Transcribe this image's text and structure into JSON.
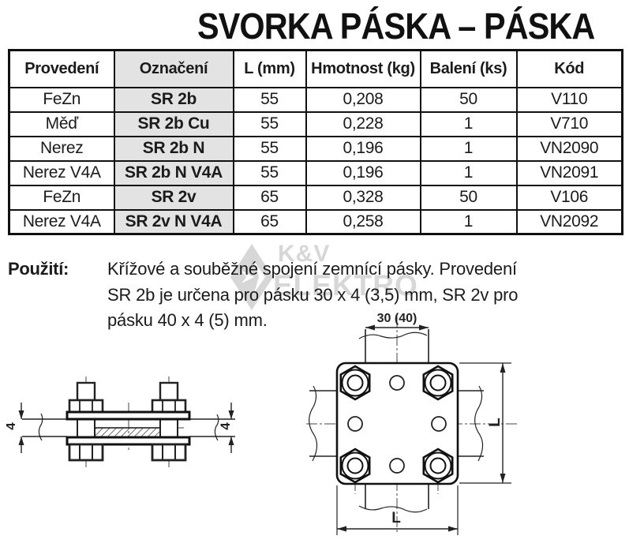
{
  "title": "SVORKA PÁSKA – PÁSKA",
  "table": {
    "headers": [
      "Provedení",
      "Označení",
      "L (mm)",
      "Hmotnost (kg)",
      "Balení (ks)",
      "Kód"
    ],
    "rows": [
      [
        "FeZn",
        "SR 2b",
        "55",
        "0,208",
        "50",
        "V110"
      ],
      [
        "Měď",
        "SR 2b Cu",
        "55",
        "0,228",
        "1",
        "V710"
      ],
      [
        "Nerez",
        "SR 2b N",
        "55",
        "0,196",
        "1",
        "VN2090"
      ],
      [
        "Nerez V4A",
        "SR 2b N V4A",
        "55",
        "0,196",
        "1",
        "VN2091"
      ],
      [
        "FeZn",
        "SR 2v",
        "65",
        "0,328",
        "50",
        "V106"
      ],
      [
        "Nerez V4A",
        "SR 2v N V4A",
        "65",
        "0,258",
        "1",
        "VN2092"
      ]
    ]
  },
  "usage": {
    "label": "Použití:",
    "lines": [
      "Křížové a souběžné spojení zemnící pásky. Provedení",
      "SR 2b je určena pro pásku 30 x 4 (3,5) mm, SR 2v pro",
      "pásku 40 x 4 (5) mm."
    ]
  },
  "watermark": {
    "line1": "K&V",
    "line2": "ELEKTRO",
    "color": "#d7d7d7"
  },
  "drawings": {
    "side_view": {
      "dim_left": "4",
      "dim_right": "4"
    },
    "top_view": {
      "dim_top": "30 (40)",
      "dim_right": "L",
      "dim_bottom": "L"
    }
  },
  "colors": {
    "header_fill": "#e3e3e3",
    "line_color": "#111111",
    "text_color": "#1b1b1b"
  }
}
